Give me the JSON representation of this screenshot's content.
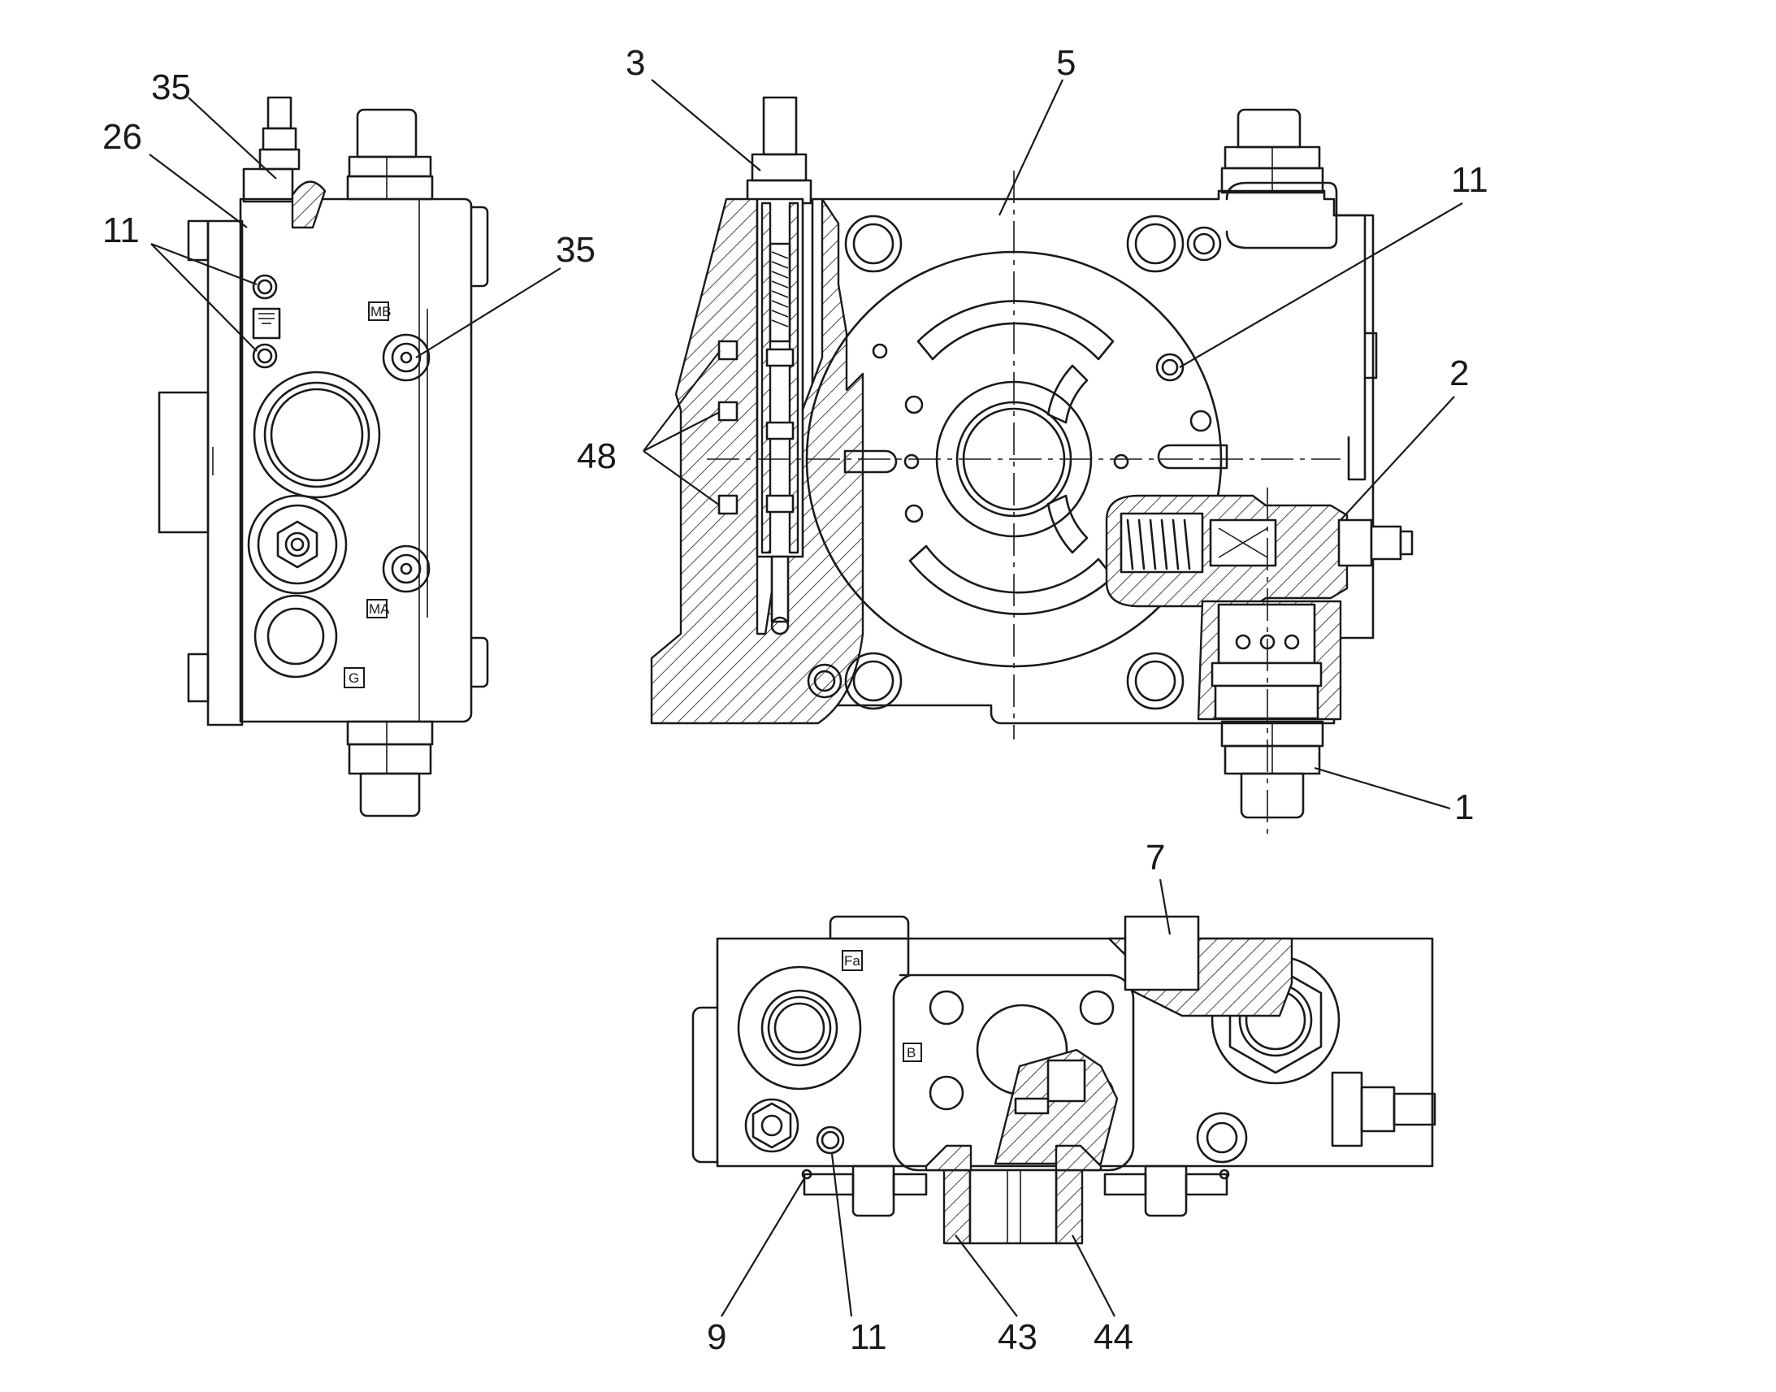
{
  "callouts": {
    "c35_top": "35",
    "c26": "26",
    "c11_left": "11",
    "c35_right": "35",
    "c3": "3",
    "c5": "5",
    "c11_top": "11",
    "c2": "2",
    "c48": "48",
    "c1": "1",
    "c7": "7",
    "c9": "9",
    "c11_bottom": "11",
    "c43": "43",
    "c44": "44"
  },
  "ports": {
    "mb": "MB",
    "ma": "MA",
    "g": "G",
    "fa": "Fa",
    "b": "B"
  }
}
